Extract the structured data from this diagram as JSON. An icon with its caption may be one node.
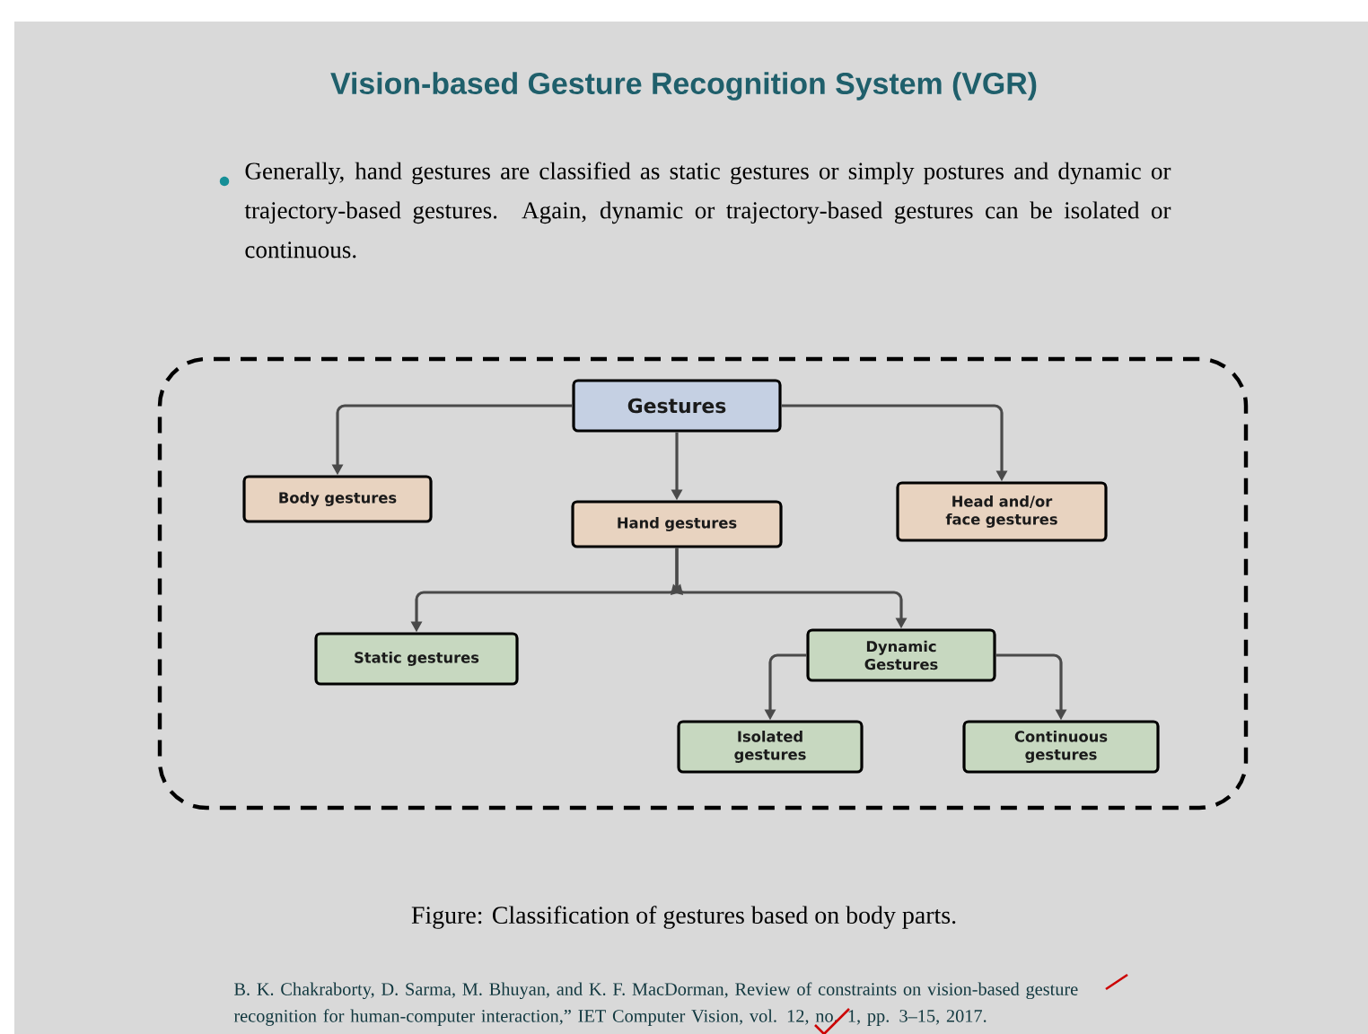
{
  "diagram": {
    "title": "Vision-based Gesture Recognition System (VGR)",
    "caption": "Figure: Classification of gestures based on body parts.",
    "nodes": [
      {
        "text": [],
        "shape": "box"
      },
      {
        "text": [
          "Gestures"
        ],
        "in": 0
      },
      {
        "text": [
          "Body gestures"
        ],
        "in": 0
      },
      {
        "text": [
          "Hand gestures"
        ],
        "in": 0
      },
      {
        "text": [
          "Head and/or face gestures"
        ],
        "in": 0
      },
      {
        "text": [
          "Static gestures"
        ],
        "in": 0
      },
      {
        "text": [
          "Dynamic Gestures"
        ],
        "in": 0
      },
      {
        "text": [
          "Isolated gestures"
        ],
        "in": 0
      },
      {
        "text": [
          "Continuous gestures"
        ],
        "in": 0
      }
    ],
    "edges": [
      {
        "from": 1,
        "to": 2,
        "arrow": "to"
      },
      {
        "from": 1,
        "to": 3,
        "arrow": "to"
      },
      {
        "from": 1,
        "to": 4,
        "arrow": "to"
      },
      {
        "from": 3,
        "to": 5,
        "arrow": "to"
      },
      {
        "from": 3,
        "to": 6,
        "arrow": "to"
      },
      {
        "from": 6,
        "to": 7,
        "arrow": "to"
      },
      {
        "from": 6,
        "to": 8,
        "arrow": "to"
      }
    ],
    "labels": [
      "Generally, hand gestures are classified as static gestures or simply postures and dynamic or trajectory-based gestures. Again, dynamic or trajectory-based gestures can be isolated or continuous.",
      "B. K. Chakraborty, D. Sarma, M. Bhuyan, and K. F. MacDorman, Review of constraints on vision-based gesture recognition for human-computer interaction,” IET Computer Vision, vol. 12, no. 1, pp. 3–15, 2017."
    ]
  }
}
